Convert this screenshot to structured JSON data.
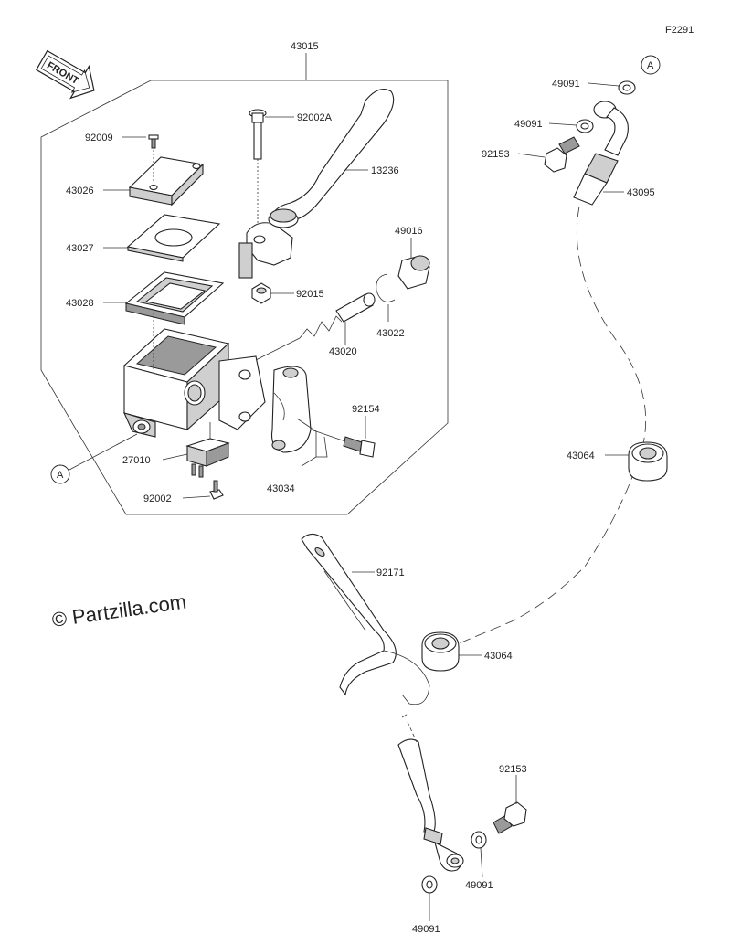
{
  "figure_code": "F2291",
  "front_label": "FRONT",
  "watermark": "© Partzilla.com",
  "ref_marker": "A",
  "parts": {
    "p43015": "43015",
    "p92009": "92009",
    "p92002A": "92002A",
    "p13236": "13236",
    "p43026": "43026",
    "p43027": "43027",
    "p43028": "43028",
    "p49016": "49016",
    "p92015": "92015",
    "p43022": "43022",
    "p43020": "43020",
    "p92154": "92154",
    "p27010": "27010",
    "p43034": "43034",
    "p92002": "92002",
    "p49091_top1": "49091",
    "p49091_top2": "49091",
    "p92153_top": "92153",
    "p43095": "43095",
    "p43064_upper": "43064",
    "p92171": "92171",
    "p43064_lower": "43064",
    "p92153_bottom": "92153",
    "p49091_bottom1": "49091",
    "p49091_bottom2": "49091"
  }
}
